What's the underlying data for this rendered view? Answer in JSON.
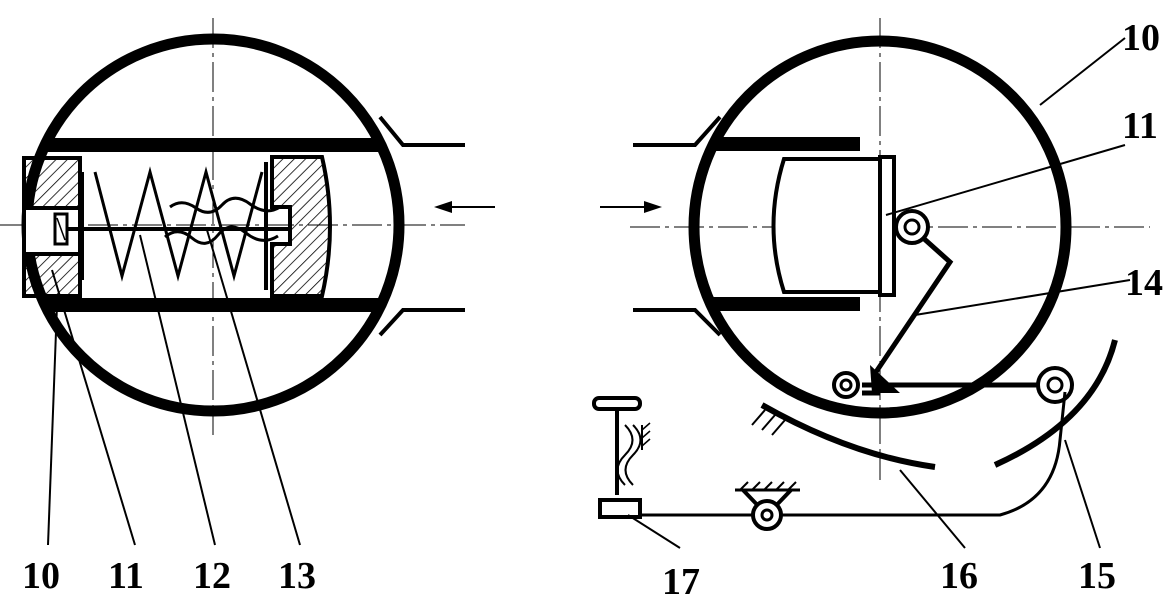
{
  "colors": {
    "ink": "#000000",
    "paper": "#ffffff"
  },
  "labels": {
    "l10": "10",
    "l11": "11",
    "l12": "12",
    "l13": "13",
    "l14": "14",
    "l15": "15",
    "l16": "16",
    "l17": "17"
  }
}
